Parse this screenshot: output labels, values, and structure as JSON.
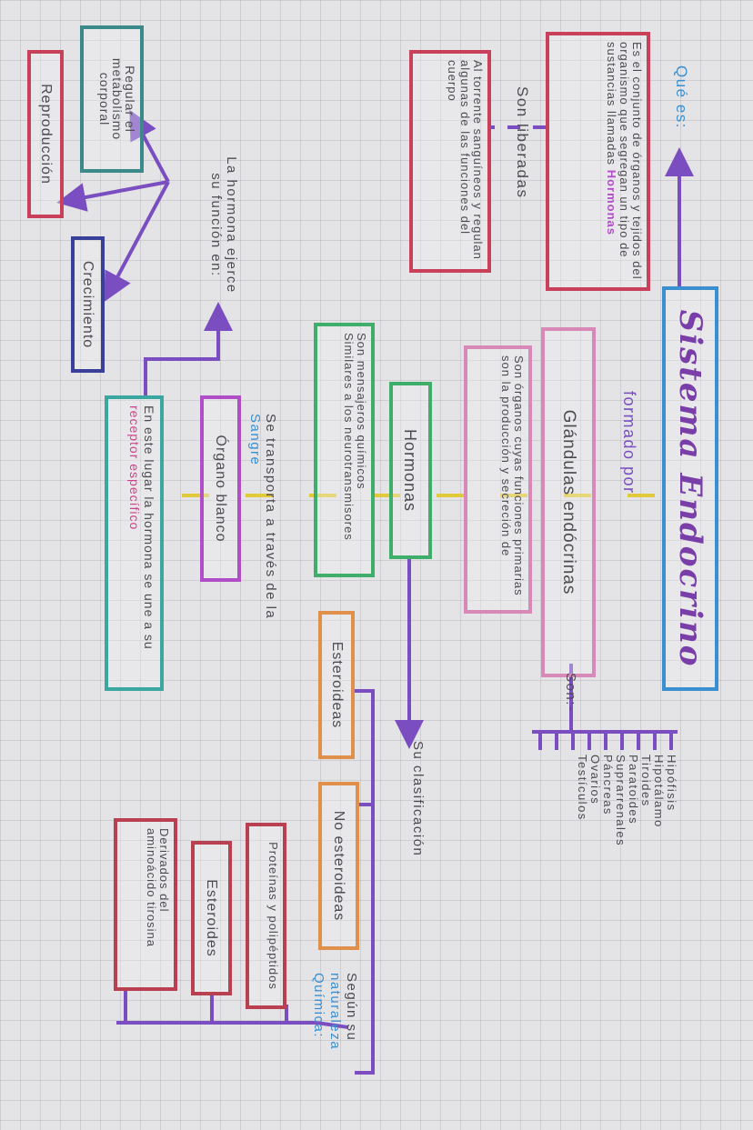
{
  "title": "Sistema Endocrino",
  "que_es": "Qué es:",
  "definition": {
    "text": "Es el conjunto de órganos y tejidos del organismo que segregan un tipo de sustancias llamadas",
    "highlight": "Hormonas"
  },
  "son_liberadas": "Son liberadas",
  "torrente": "Al torrente sanguíneos y regulan algunas de las funciones del cuerpo",
  "formado_por": "formado por",
  "glandulas": "Glándulas endócrinas",
  "son_organos": "Son órganos cuyas funciones primarias son la producción y secreción de",
  "son_label": "Son:-",
  "glands_list": [
    "Hipófisis",
    "Hipotálamo",
    "Tiroides",
    "Paratoides",
    "Suprarrenales",
    "Páncreas",
    "Ovarios",
    "Testículos"
  ],
  "hormonas": "Hormonas",
  "mensajeros": [
    "Son mensajeros químicos",
    "Similares a los neurotransmisores"
  ],
  "transporta": {
    "text": "Se transporta a través de la",
    "highlight": "Sangre"
  },
  "organo_blanco": "Órgano blanco",
  "en_este_lugar": {
    "text": "En este lugar la hormona se une a su",
    "highlight1": "receptor",
    "highlight2": "específico"
  },
  "ejerce": "La hormona ejerce su función en:",
  "funciones": {
    "metabolismo": "Regular el metabolismo corporal",
    "reproduccion": "Reproducción",
    "crecimiento": "Crecimiento"
  },
  "clasificacion": "Su clasificación",
  "esteroideas": "Esteroideas",
  "no_esteroideas": "No esteroideas",
  "segun": {
    "text": "Según su",
    "highlight1": "naturaleza",
    "highlight2": "Química:"
  },
  "tipos": {
    "proteinas": "Proteínas y polipéptidos",
    "esteroides": "Esteroides",
    "derivados": "Derivados del aminoácido tirosina"
  },
  "colors": {
    "purple": "#7a4ec0",
    "red": "#c8405a",
    "pink": "#d889b8",
    "green": "#3fae6a",
    "teal": "#3aa8a0",
    "blue": "#3a8fd0",
    "orange": "#e0904a",
    "yellow": "#e2c93a",
    "navy": "#3a3f9a"
  }
}
